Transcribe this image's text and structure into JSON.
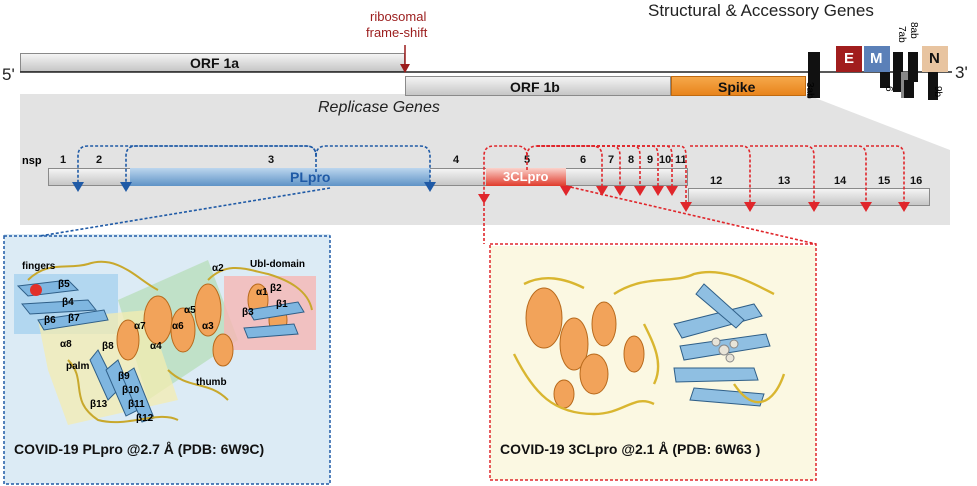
{
  "genome": {
    "five_prime": "5'",
    "three_prime": "3'",
    "title": "Structural & Accessory Genes",
    "frameshift": [
      "ribosomal",
      "frame-shift"
    ],
    "orf1a": "ORF 1a",
    "orf1b": "ORF 1b",
    "spike": "Spike",
    "e": "E",
    "m": "M",
    "n": "N",
    "g3ab": "3ab",
    "g6": "6",
    "g7ab": "7ab",
    "g8ab": "8ab",
    "g9b": "9b",
    "replicase": "Replicase Genes"
  },
  "nsp": {
    "label": "nsp",
    "numbers": [
      "1",
      "2",
      "3",
      "4",
      "5",
      "6",
      "7",
      "8",
      "9",
      "10",
      "11",
      "12",
      "13",
      "14",
      "15",
      "16"
    ],
    "plpro": "PLpro",
    "clpro": "3CLpro"
  },
  "panels": {
    "plpro_caption": "COVID-19 PLpro @2.7 Å (PDB: 6W9C)",
    "clpro_caption": "COVID-19 3CLpro @2.1 Å (PDB: 6W63 )",
    "labels": {
      "fingers": "fingers",
      "ubl": "Ubl-domain",
      "palm": "palm",
      "thumb": "thumb",
      "b5": "β5",
      "b4": "β4",
      "b6": "β6",
      "b7": "β7",
      "a8": "α8",
      "a7": "α7",
      "a6": "α6",
      "a5": "α5",
      "a4": "α4",
      "a3": "α3",
      "a2": "α2",
      "a1": "α1",
      "b1": "β1",
      "b2": "β2",
      "b3": "β3",
      "b8": "β8",
      "b9": "β9",
      "b10": "β10",
      "b11": "β11",
      "b12": "β12",
      "b13": "β13"
    }
  },
  "colors": {
    "plpro_blue": "#1f5aa6",
    "clpro_red": "#e0262b",
    "frameshift_red": "#9b1c1c",
    "spike_orange": "#f0942c",
    "e_red": "#a11d1d",
    "m_blue": "#5b80b8",
    "n_tan": "#e8c4a0"
  }
}
